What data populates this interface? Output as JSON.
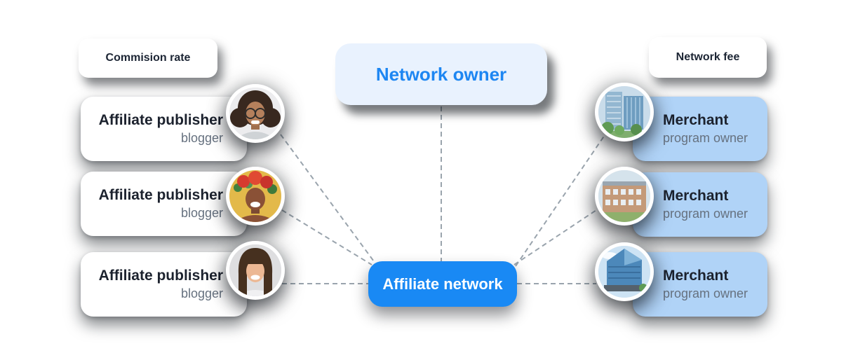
{
  "badges": {
    "commission_rate": "Commision rate",
    "network_fee": "Network fee"
  },
  "nodes": {
    "network_owner": "Network owner",
    "affiliate_network": "Affiliate network"
  },
  "publishers": [
    {
      "title": "Affiliate publisher",
      "subtitle": "blogger",
      "photo": "woman-curly-hair-glasses"
    },
    {
      "title": "Affiliate publisher",
      "subtitle": "blogger",
      "photo": "woman-red-flower-crown"
    },
    {
      "title": "Affiliate publisher",
      "subtitle": "blogger",
      "photo": "woman-long-brown-hair"
    }
  ],
  "merchants": [
    {
      "title": "Merchant",
      "subtitle": "program owner",
      "photo": "glass-towers-with-trees"
    },
    {
      "title": "Merchant",
      "subtitle": "program owner",
      "photo": "brick-office-building"
    },
    {
      "title": "Merchant",
      "subtitle": "program owner",
      "photo": "modern-glass-building"
    }
  ],
  "colors": {
    "accent_blue": "#1989f4",
    "owner_card_bg": "#e9f2fe",
    "owner_text": "#1d86f2",
    "merchant_card_bg": "#b0d3f7",
    "title_text": "#1c222e",
    "subtitle_text": "#66717f",
    "badge_text": "#1c2534",
    "dashed_line": "#9aa4ad"
  }
}
